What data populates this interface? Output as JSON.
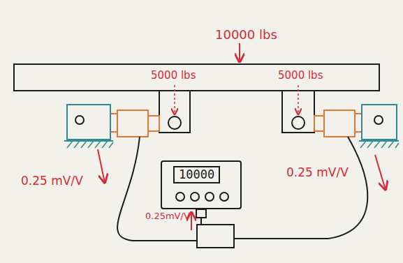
{
  "diagram": {
    "nodes": [
      {
        "text": [
          "10000"
        ]
      }
    ],
    "labels": [
      "10000 lbs",
      "5000 lbs",
      "5000 lbs",
      "0.25 mV/V",
      "0.25 mV/V",
      "0.25mV/V"
    ]
  }
}
